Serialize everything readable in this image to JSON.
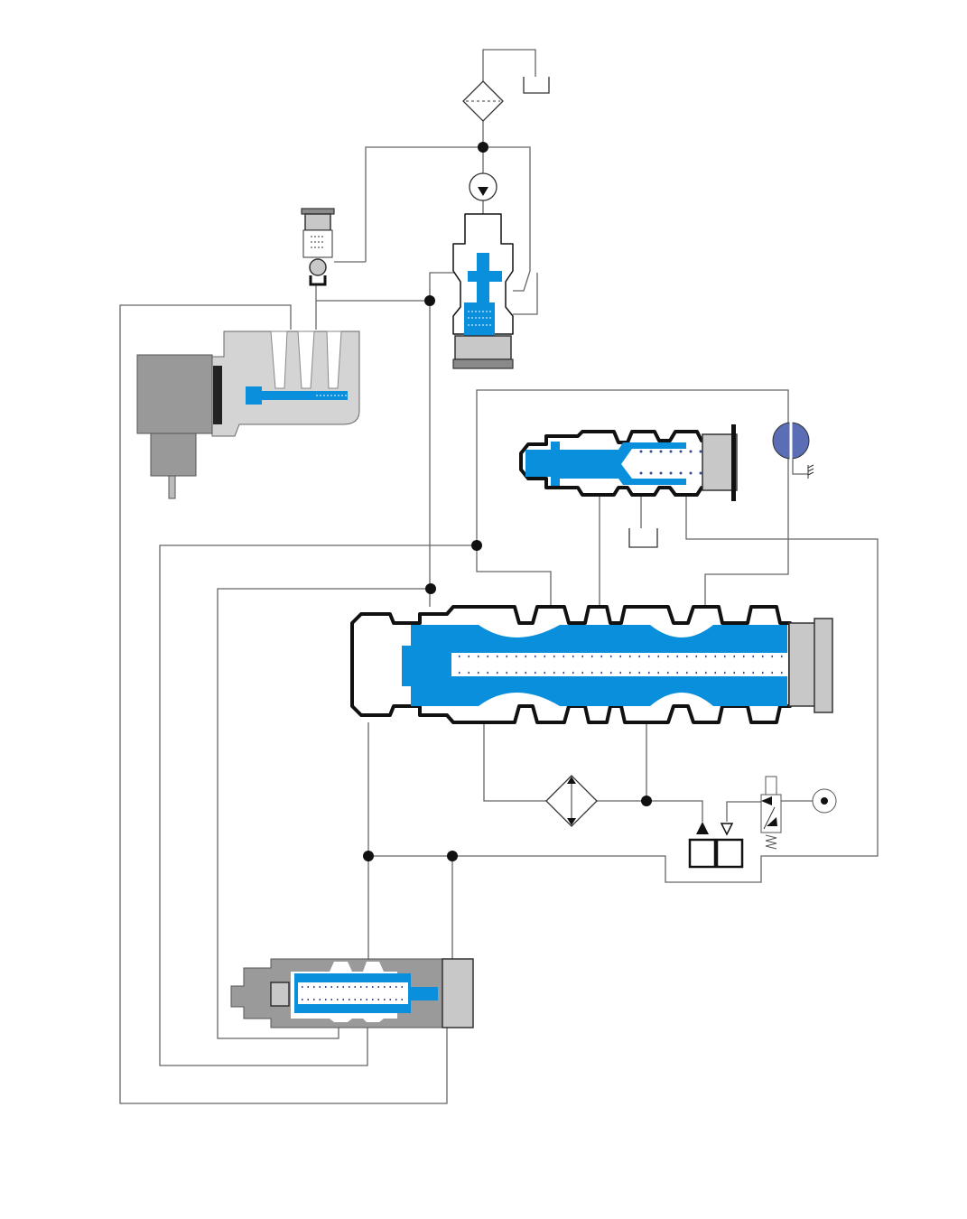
{
  "diagram": {
    "type": "hydraulic-circuit",
    "colors": {
      "fluid": "#0a8fdc",
      "housing": "#c8c8c8",
      "accumulator": "#5b6db5",
      "lines": "#666666"
    },
    "components": [
      "tank-icon",
      "filter-icon",
      "pump-icon",
      "pressure-regulator-valve",
      "relief-valve",
      "solenoid-valve",
      "pilot-valve",
      "main-spool-valve",
      "filter-icon",
      "junction-block",
      "solenoid-directional-valve-icon",
      "pressure-source-icon",
      "sequence-valve",
      "pressure-switch-icon"
    ]
  }
}
